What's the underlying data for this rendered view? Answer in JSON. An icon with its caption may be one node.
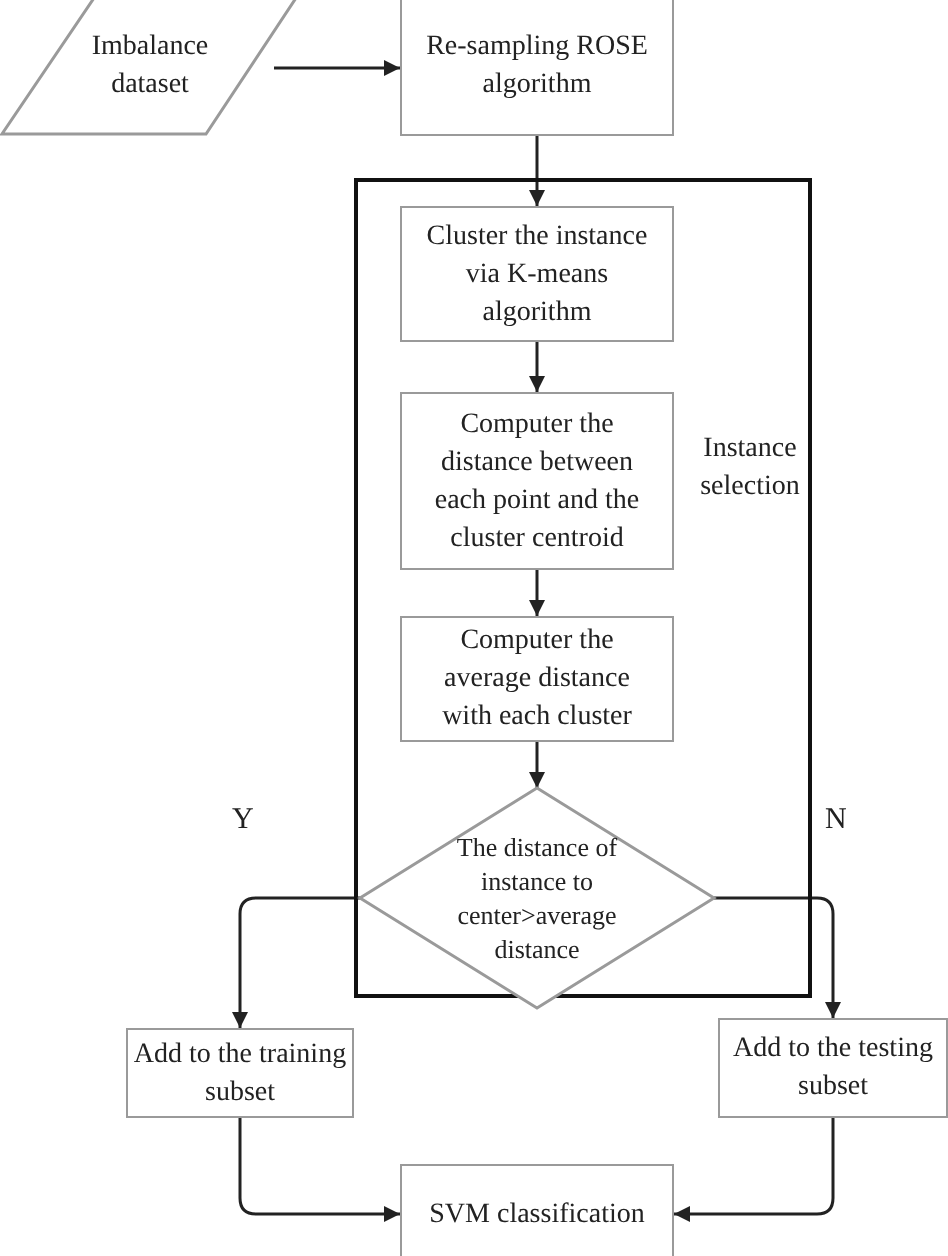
{
  "diagram": {
    "nodes": [
      {
        "text": [
          "Imbalance dataset"
        ]
      },
      {
        "text": [
          "Re-sampling ROSE algorithm"
        ]
      },
      {
        "text": [
          "Instance selection"
        ]
      },
      {
        "text": [
          "Cluster the instance via K-means algorithm"
        ],
        "in": 2
      },
      {
        "text": [
          "Computer the distance between each point and the cluster centroid"
        ],
        "in": 2
      },
      {
        "text": [
          "Computer the average distance with each cluster"
        ],
        "in": 2
      },
      {
        "text": [
          "The distance of instance to center>average distance"
        ],
        "in": 2
      },
      {
        "text": [
          "Add to the training subset"
        ]
      },
      {
        "text": [
          "Add to the testing subset"
        ]
      },
      {
        "text": [
          "SVM classification"
        ]
      }
    ],
    "edges": [
      {
        "from": 0,
        "to": 1,
        "arrow": "to"
      },
      {
        "from": 1,
        "to": 3,
        "arrow": "to"
      },
      {
        "from": 3,
        "to": 4,
        "arrow": "to"
      },
      {
        "from": 4,
        "to": 5,
        "arrow": "to"
      },
      {
        "from": 5,
        "to": 6,
        "arrow": "to"
      },
      {
        "from": 6,
        "to": 7,
        "arrow": "to",
        "label": "Y"
      },
      {
        "from": 6,
        "to": 8,
        "arrow": "to",
        "label": "N"
      },
      {
        "from": 7,
        "to": 9,
        "arrow": "to"
      },
      {
        "from": 8,
        "to": 9,
        "arrow": "to"
      }
    ]
  }
}
